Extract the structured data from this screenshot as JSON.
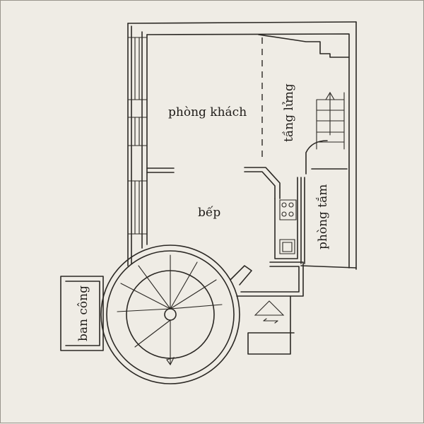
{
  "rooms": {
    "living_room": "phòng khách",
    "mezzanine": "tầng lửng",
    "kitchen": "bếp",
    "bathroom": "phòng tắm",
    "balcony": "ban công"
  },
  "colors": {
    "paper": "#efece5",
    "ink": "#2b2824"
  }
}
